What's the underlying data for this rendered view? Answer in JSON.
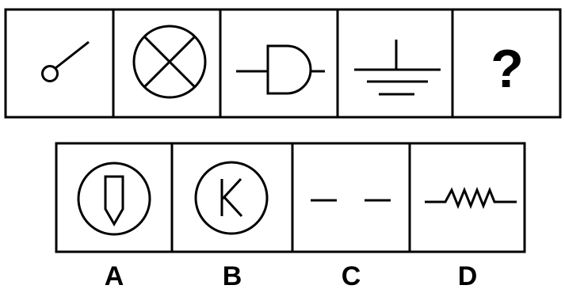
{
  "sequence": {
    "cells": [
      {
        "icon": "switch-symbol-icon"
      },
      {
        "icon": "lamp-symbol-icon"
      },
      {
        "icon": "and-gate-symbol-icon"
      },
      {
        "icon": "ground-symbol-icon"
      },
      {
        "icon": "question-mark",
        "text": "?"
      }
    ]
  },
  "options": [
    {
      "label": "A",
      "icon": "pen-tip-in-circle-icon"
    },
    {
      "label": "B",
      "icon": "letter-k-in-circle-icon"
    },
    {
      "label": "C",
      "icon": "broken-line-icon"
    },
    {
      "label": "D",
      "icon": "resistor-symbol-icon"
    }
  ]
}
